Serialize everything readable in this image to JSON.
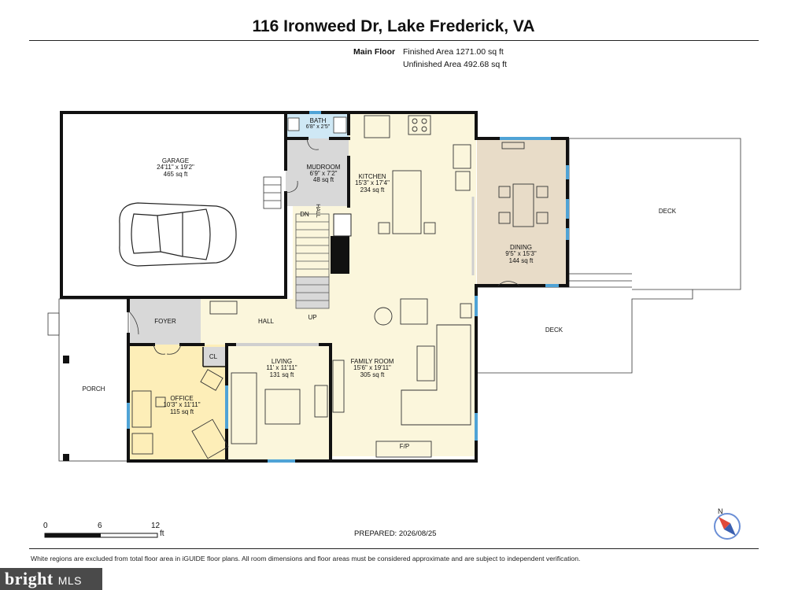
{
  "header": {
    "title": "116 Ironweed Dr, Lake Frederick, VA",
    "floor_label": "Main Floor",
    "finished_area": "Finished Area 1271.00 sq ft",
    "unfinished_area": "Unfinished Area 492.68 sq ft"
  },
  "rooms": {
    "garage": {
      "name": "GARAGE",
      "dims": "24'11\" x 19'2\"",
      "area": "465 sq ft"
    },
    "bath": {
      "name": "BATH",
      "dims": "6'8\" x 2'5\""
    },
    "mudroom": {
      "name": "MUDROOM",
      "dims": "6'9\" x 7'2\"",
      "area": "48 sq ft"
    },
    "kitchen": {
      "name": "KITCHEN",
      "dims": "15'3\" x 17'4\"",
      "area": "234 sq ft"
    },
    "dining": {
      "name": "DINING",
      "dims": "9'5\" x 15'3\"",
      "area": "144 sq ft"
    },
    "foyer": {
      "name": "FOYER"
    },
    "hall": {
      "name": "HALL"
    },
    "hall_small": {
      "name": "HALL"
    },
    "porch": {
      "name": "PORCH"
    },
    "office": {
      "name": "OFFICE",
      "dims": "10'3\" x 11'11\"",
      "area": "115 sq ft"
    },
    "closet": {
      "name": "CL"
    },
    "living": {
      "name": "LIVING",
      "dims": "11' x 11'11\"",
      "area": "131 sq ft"
    },
    "family": {
      "name": "FAMILY ROOM",
      "dims": "15'6\" x 19'11\"",
      "area": "305 sq ft"
    },
    "deck_upper": {
      "name": "DECK"
    },
    "deck_lower": {
      "name": "DECK"
    }
  },
  "labels": {
    "stairs_down": "DN",
    "stairs_up": "UP",
    "fireplace": "F/P"
  },
  "scale": {
    "ticks": [
      "0",
      "6",
      "12"
    ],
    "unit": "ft"
  },
  "compass": {
    "label": "N"
  },
  "prepared": "PREPARED: 2026/08/25",
  "disclaimer": "White regions are excluded from total floor area in iGUIDE floor plans. All room dimensions and floor areas must be considered approximate and are subject to independent verification.",
  "watermark": {
    "brand": "bright",
    "suffix": "MLS"
  },
  "colors": {
    "wall": "#111111",
    "hall": "#fbf6dc",
    "office": "#fdeeb8",
    "dining": "#e8dcc8",
    "mudroom": "#d8d8d8",
    "bath": "#cfe8f5",
    "window": "#4fa3d6"
  }
}
